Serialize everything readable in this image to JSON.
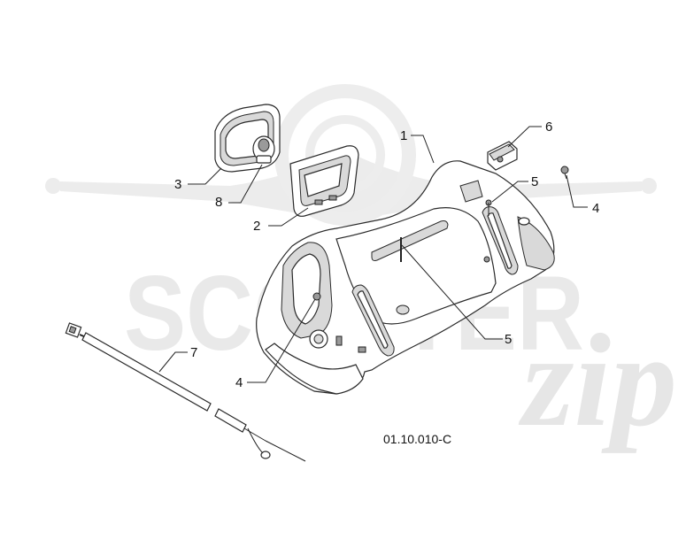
{
  "watermark": {
    "brand_text": "SCOOTER",
    "script_text": "zip"
  },
  "diagram": {
    "reference_code": "01.10.010-C",
    "callouts": [
      {
        "id": "callout-1",
        "label": "1"
      },
      {
        "id": "callout-2",
        "label": "2"
      },
      {
        "id": "callout-3",
        "label": "3"
      },
      {
        "id": "callout-4a",
        "label": "4"
      },
      {
        "id": "callout-4b",
        "label": "4"
      },
      {
        "id": "callout-5a",
        "label": "5"
      },
      {
        "id": "callout-5b",
        "label": "5"
      },
      {
        "id": "callout-6",
        "label": "6"
      },
      {
        "id": "callout-7",
        "label": "7"
      },
      {
        "id": "callout-8",
        "label": "8"
      }
    ]
  }
}
